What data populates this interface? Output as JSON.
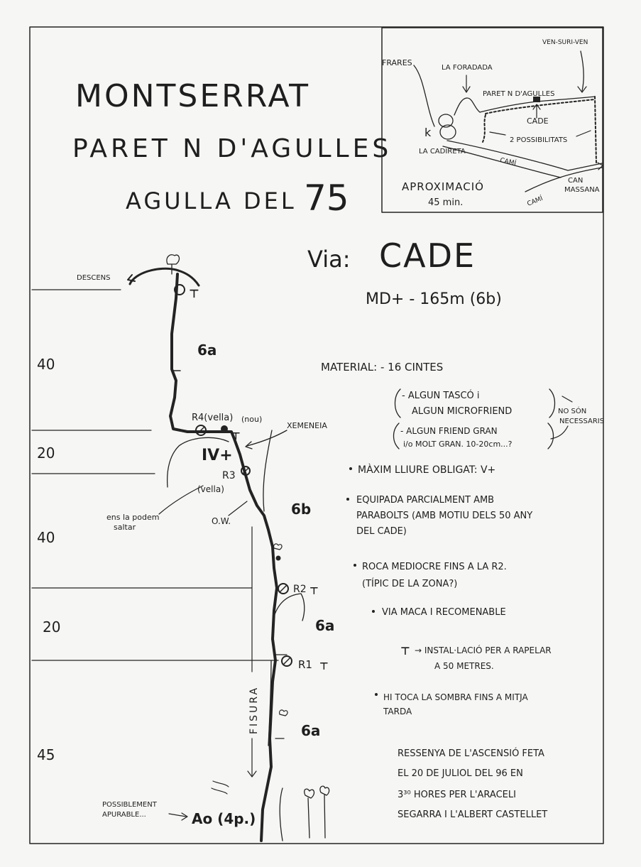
{
  "title": {
    "line1": "MONTSERRAT",
    "line2": "PARET N D'AGULLES",
    "line3_prefix": "AGULLA DEL",
    "line3_number": "75"
  },
  "via": {
    "label": "Via:",
    "name": "CADE",
    "grade": "MD+ - 165m (6b)"
  },
  "approach_map": {
    "frares": "FRARES",
    "la_foradada": "LA FORADADA",
    "ven_suri_ven": "VEN-SURI-VEN",
    "paret": "PARET N D'AGULLES",
    "cade": "CADE",
    "possibilitats": "2 POSSIBILITATS",
    "la_cadireta": "LA CADIRETA",
    "cami1": "CAMÍ",
    "cami2": "CAMÍ",
    "can_massana_1": "CAN",
    "can_massana_2": "MASSANA",
    "aproximacio": "APROXIMACIÓ",
    "time": "45 min."
  },
  "pitch_lengths": [
    "40",
    "20",
    "40",
    "20",
    "45"
  ],
  "topo": {
    "descens": "DESCENS",
    "grade_top": "6a",
    "r4": "R4(vella)",
    "nou": "(nou)",
    "xemeneia": "XEMENEIA",
    "grade_iv": "IV+",
    "r3": "R3",
    "vella": "(vella)",
    "skip_1": "ens la podem",
    "skip_2": "saltar",
    "ow": "O.W.",
    "grade_6b": "6b",
    "r2": "R2",
    "grade_r2": "6a",
    "r1": "R1",
    "fisura": "FISURA",
    "grade_bottom": "6a",
    "possible_1": "POSSIBLEMENT",
    "possible_2": "APURABLE...",
    "aid": "Ao (4p.)"
  },
  "notes": {
    "material_1": "MATERIAL: - 16 CINTES",
    "material_2": "- ALGUN TASCÓ i",
    "material_3": "ALGUN MICROFRIEND",
    "no_son_1": "NO SÓN",
    "no_son_2": "NECESSARIS",
    "material_4": "- ALGUN FRIEND GRAN",
    "material_5": "i/o MOLT GRAN. 10-20cm...?",
    "maxim": "MÀXIM LLIURE OBLIGAT: V+",
    "equipada_1": "EQUIPADA PARCIALMENT AMB",
    "equipada_2": "PARABOLTS (AMB MOTIU DELS 50 ANY",
    "equipada_3": "DEL CADE)",
    "roca_1": "ROCA MEDIOCRE FINS A LA R2.",
    "roca_2": "(TÍPIC DE LA ZONA?)",
    "maca": "VIA MACA I RECOMENABLE",
    "rapel_1": "→ INSTAL·LACIÓ PER A RAPELAR",
    "rapel_2": "A 50 METRES.",
    "sombra_1": "HI TOCA LA SOMBRA FINS A MITJA",
    "sombra_2": "TARDA",
    "ressenya_1": "RESSENYA DE L'ASCENSIÓ FETA",
    "ressenya_2": "EL 20 DE JULIOL DEL 96 EN",
    "ressenya_3": "3³⁰ HORES PER L'ARACELI",
    "ressenya_4": "SEGARRA I L'ALBERT CASTELLET"
  }
}
